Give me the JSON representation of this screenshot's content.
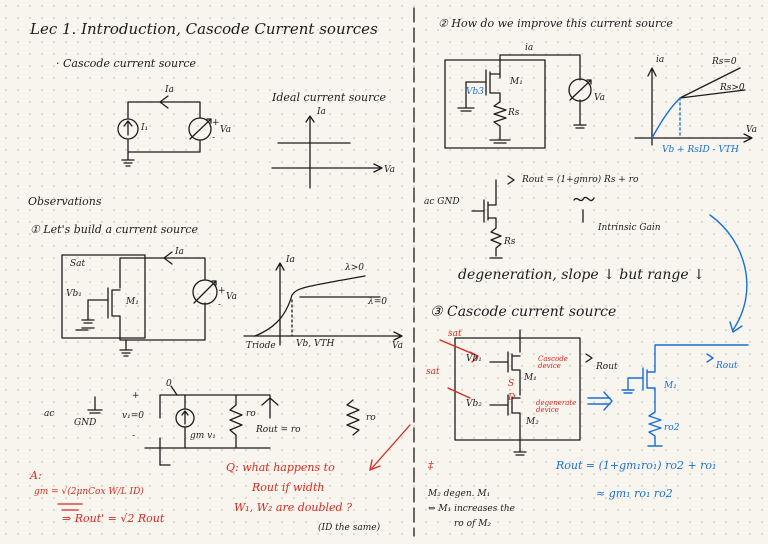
{
  "left": {
    "title": "Lec 1.  Introduction, Cascode Current sources",
    "bullet": "· Cascode current source",
    "ideal_label": "Ideal current source",
    "current_symbol": "Ia",
    "voltage_symbol": "Va",
    "source_i1": "I₁",
    "plus_sign": "+",
    "minus_sign": "-",
    "observations": "Observations",
    "step1": "① Let's build a current source",
    "sat": "Sat",
    "vb1": "Vb₁",
    "m1": "M₁",
    "lambda_pos": "λ>0",
    "lambda_zero": "λ=0",
    "triode": "Triode",
    "vb_minus_vth": "Vb, VTH",
    "small_signal": {
      "ac_gnd_ac": "ac",
      "ac_gnd_gnd": "GND",
      "v1_eq_0": "v₁=0",
      "zero": "0",
      "gmv1": "gm v₁",
      "ro": "ro",
      "rout_eq_ro": "Rout = ro"
    },
    "answer": {
      "a_label": "A:",
      "gm_formula": "gm = √(2μnCox W/L ID)",
      "rout_result": "⇒  Rout' = √2 Rout"
    },
    "question": {
      "line1": "Q: what happens to",
      "line2": "Rout if width",
      "line3": "W₁, W₂ are doubled ?",
      "line4": "(ID the same)"
    }
  },
  "right": {
    "step2": "②  How do we improve this current source",
    "ia": "ia",
    "m1": "M₁",
    "vb3": "Vb3",
    "rs": "Rs",
    "va": "Va",
    "rs_zero": "Rs=0",
    "rs_pos": "Rs>0",
    "knee": "Vb + RsID - VTH",
    "ac_gnd": "ac GND",
    "rout_formula": "Rout = (1+gmro) Rs + ro",
    "intrinsic_gain": "Intrinsic Gain",
    "degeneration": "degeneration,  slope ↓  but range ↓",
    "step3": "③  Cascode current source",
    "sat_top": "sat",
    "sat_mid": "sat",
    "vb1": "Vb₁",
    "vb2": "Vb₂",
    "m2": "M₂",
    "s_label": "S",
    "d_label": "D",
    "cascode_device": "Cascode device",
    "degenerate_device": "degenerate device",
    "rout": "Rout",
    "m1_blue": "M₁",
    "ro2": "ro2",
    "rout_cascode": "Rout = (1+gm₁ro₁) ro2 + ro₁",
    "approx": "≈ gm₁ ro₁ ro2",
    "note_symbol": "‡",
    "note_line1": "M₂ degen. M₁",
    "note_line2": "⇔ M₁ increases the",
    "note_line3": "ro of M₂"
  }
}
